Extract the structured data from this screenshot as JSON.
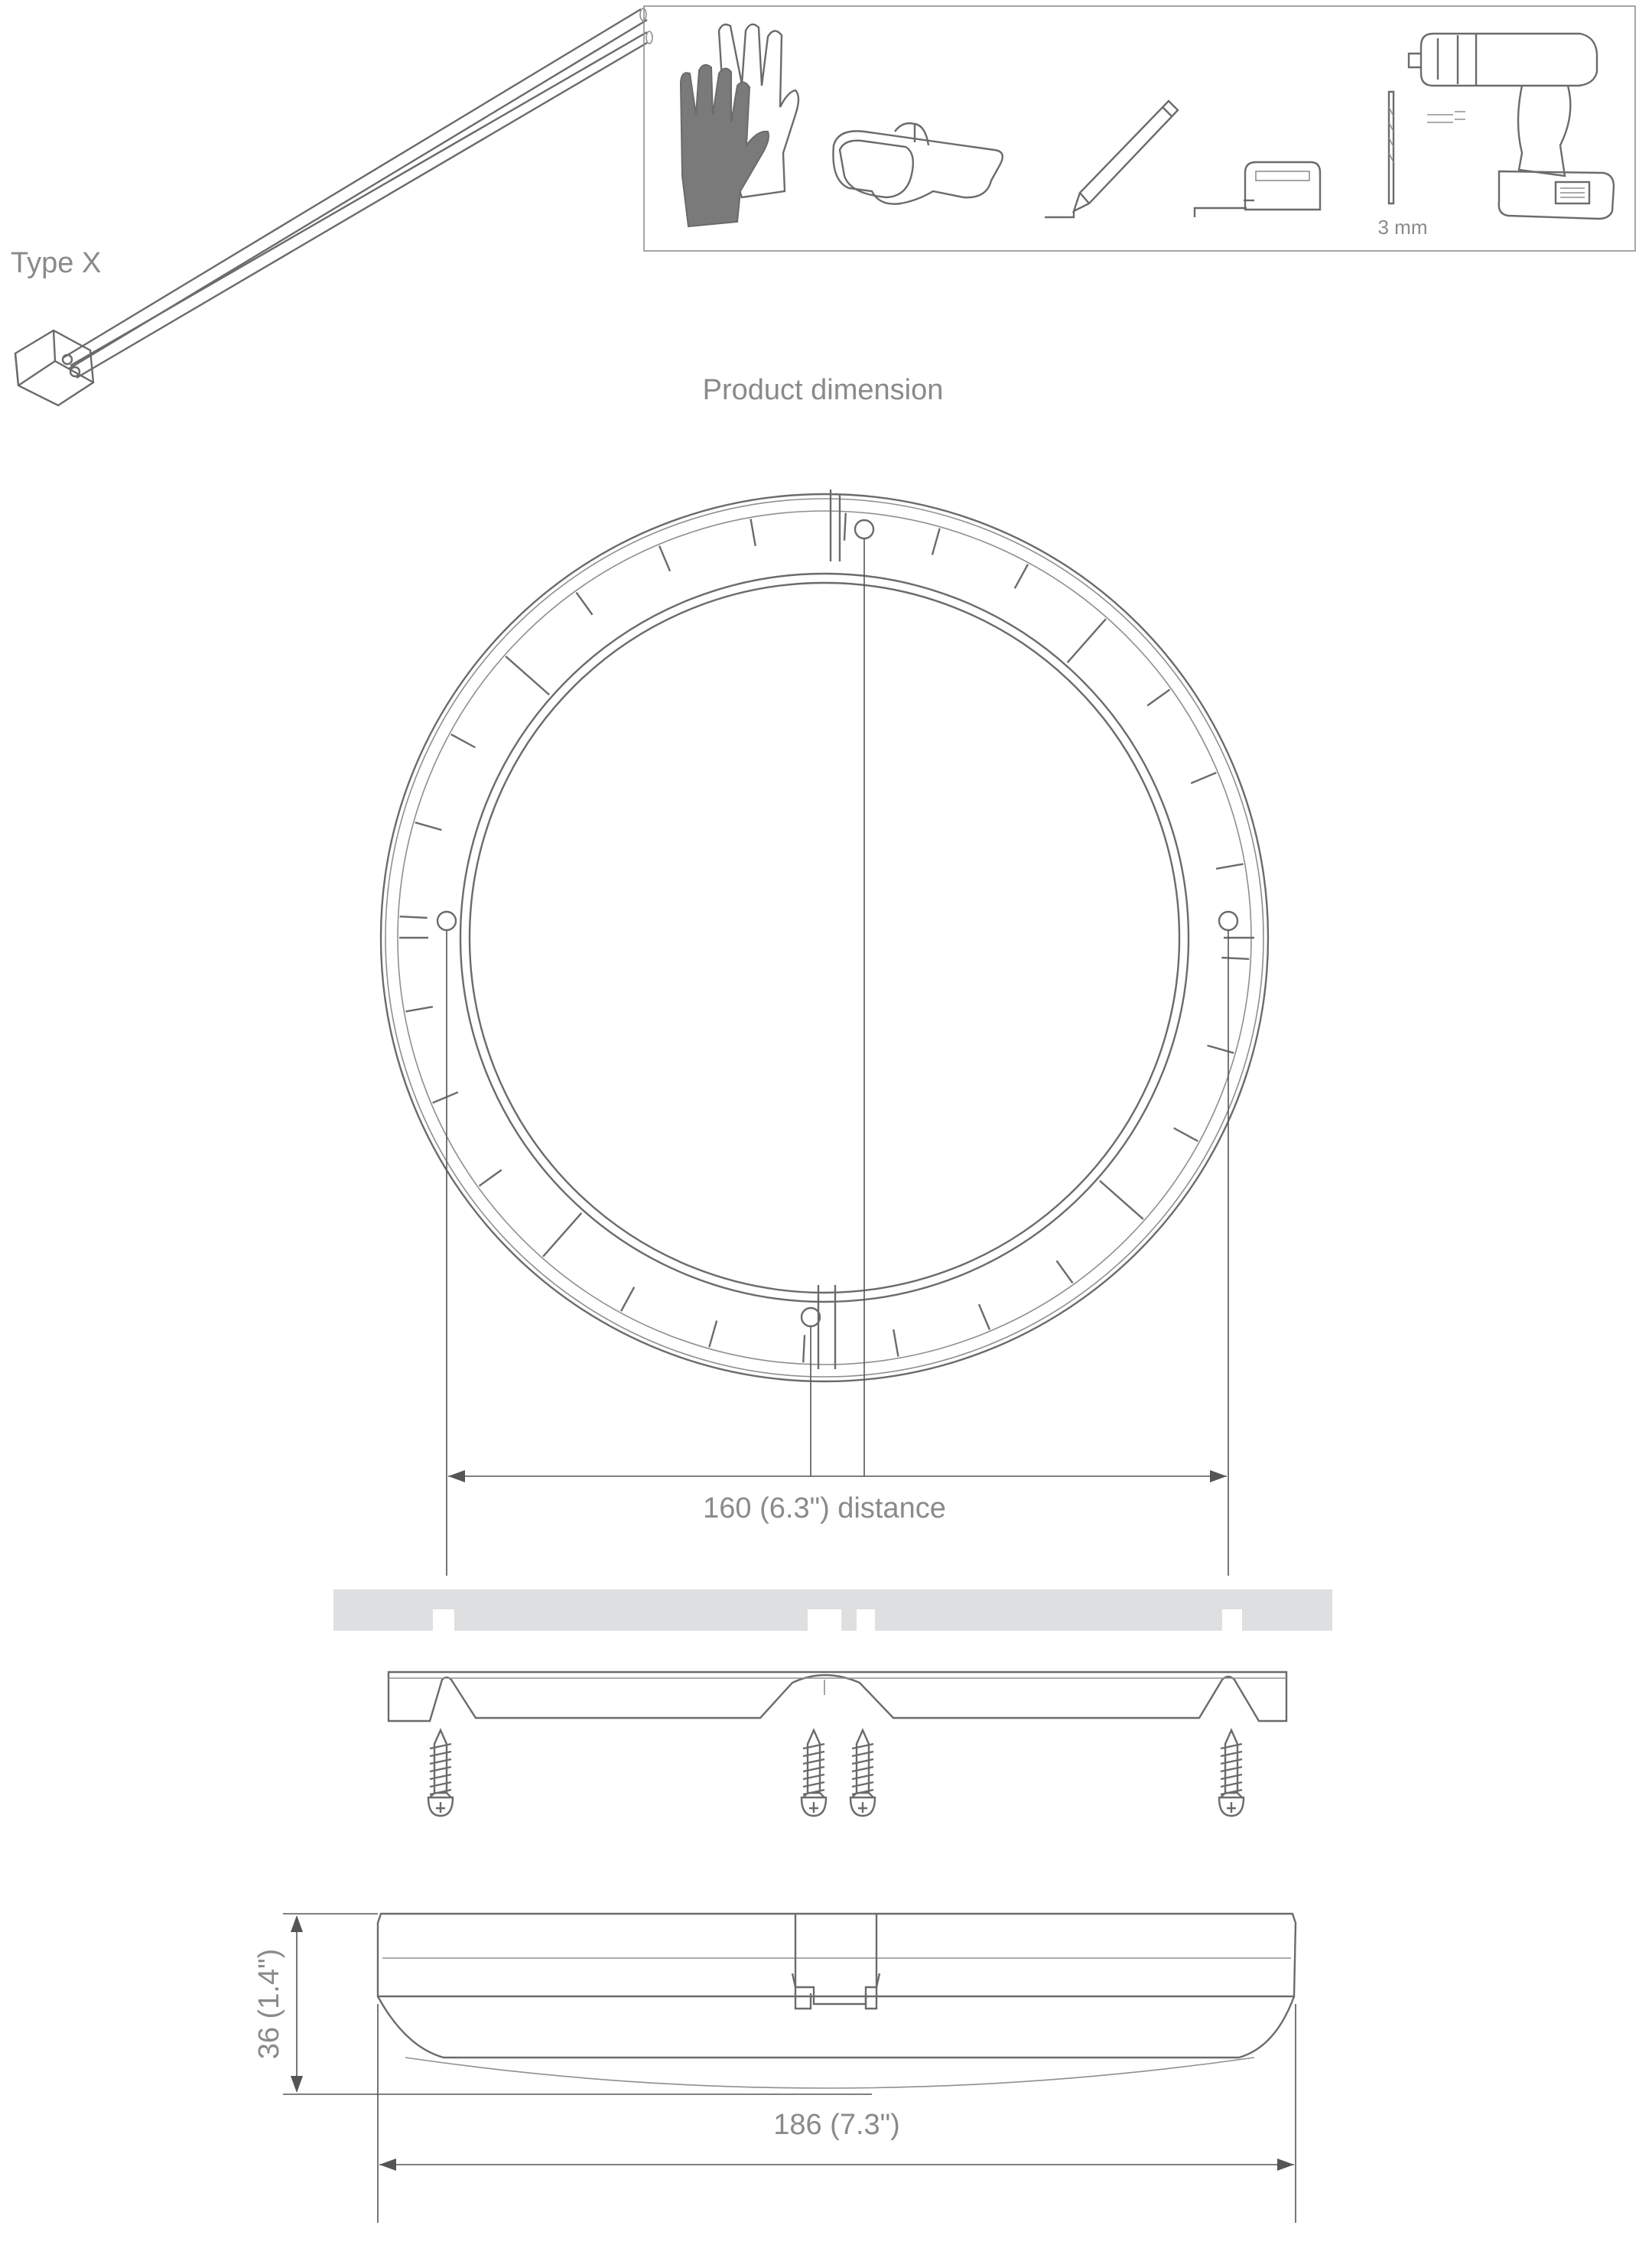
{
  "labels": {
    "cable_type": "Type X",
    "drill_size": "3 mm",
    "section_title": "Product dimension",
    "hole_distance": "160 (6.3\") distance",
    "width": "186 (7.3\")",
    "height": "36 (1.4\")"
  },
  "colors": {
    "line": "#6b6b6b",
    "label": "#8a8a8a",
    "glove_fill": "#7a7a7a",
    "wall_strip": "#dedfe0"
  },
  "tools": [
    {
      "name": "gloves",
      "icon": "gloves-icon"
    },
    {
      "name": "safety goggles",
      "icon": "safety-goggles-icon"
    },
    {
      "name": "pencil",
      "icon": "pencil-icon"
    },
    {
      "name": "tape measure",
      "icon": "tape-measure-icon"
    },
    {
      "name": "drill bit",
      "icon": "drill-bit-icon"
    },
    {
      "name": "cordless drill",
      "icon": "cordless-drill-icon"
    }
  ]
}
